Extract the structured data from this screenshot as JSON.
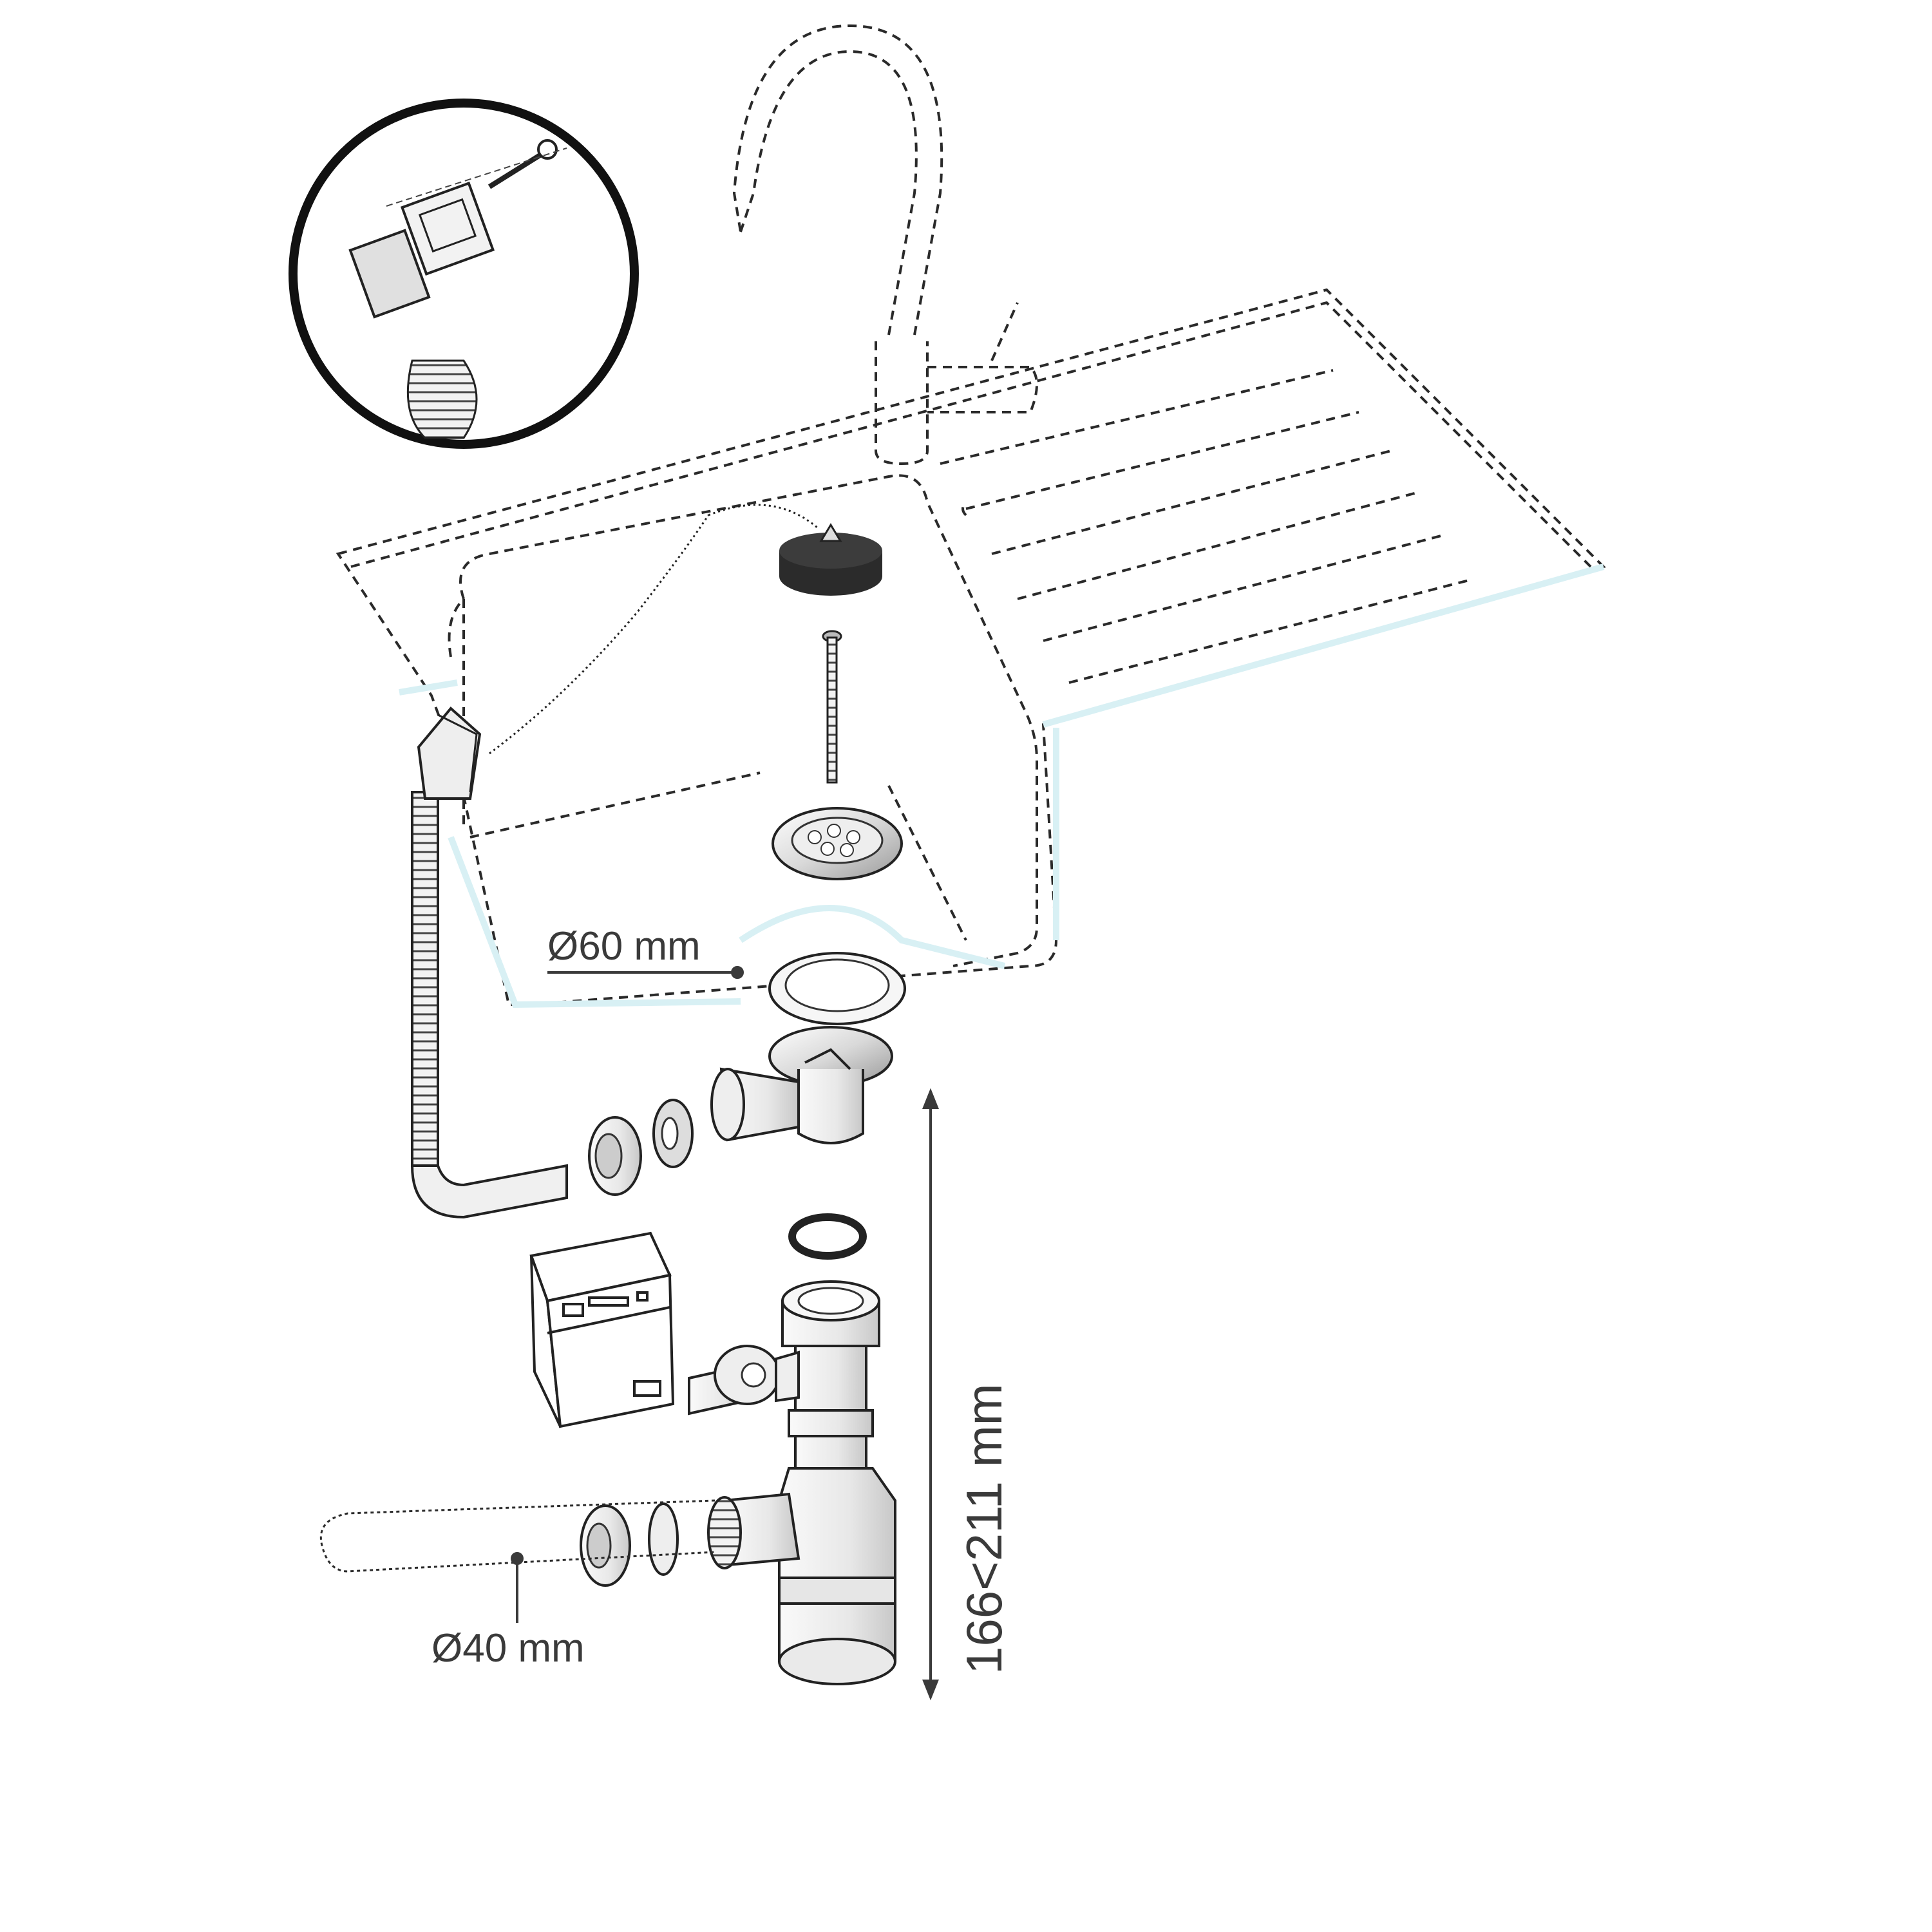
{
  "labels": {
    "overflow_diameter": "Ø60 mm",
    "outlet_diameter": "Ø40 mm",
    "trap_height": "166<211 mm"
  },
  "colors": {
    "ink": "#1a1a1a",
    "dim_line": "#3a3a3a",
    "dashed_ghost": "#2a2a2a",
    "water_highlight": "#d8f0f4",
    "plug": "#2b2b2b",
    "metal_fill": "#e6e6e6",
    "plastic_fill": "#f0f0f0"
  },
  "icons": {
    "detail_inset": "overflow-clip-detail-icon",
    "appliance": "washing-machine-icon"
  }
}
